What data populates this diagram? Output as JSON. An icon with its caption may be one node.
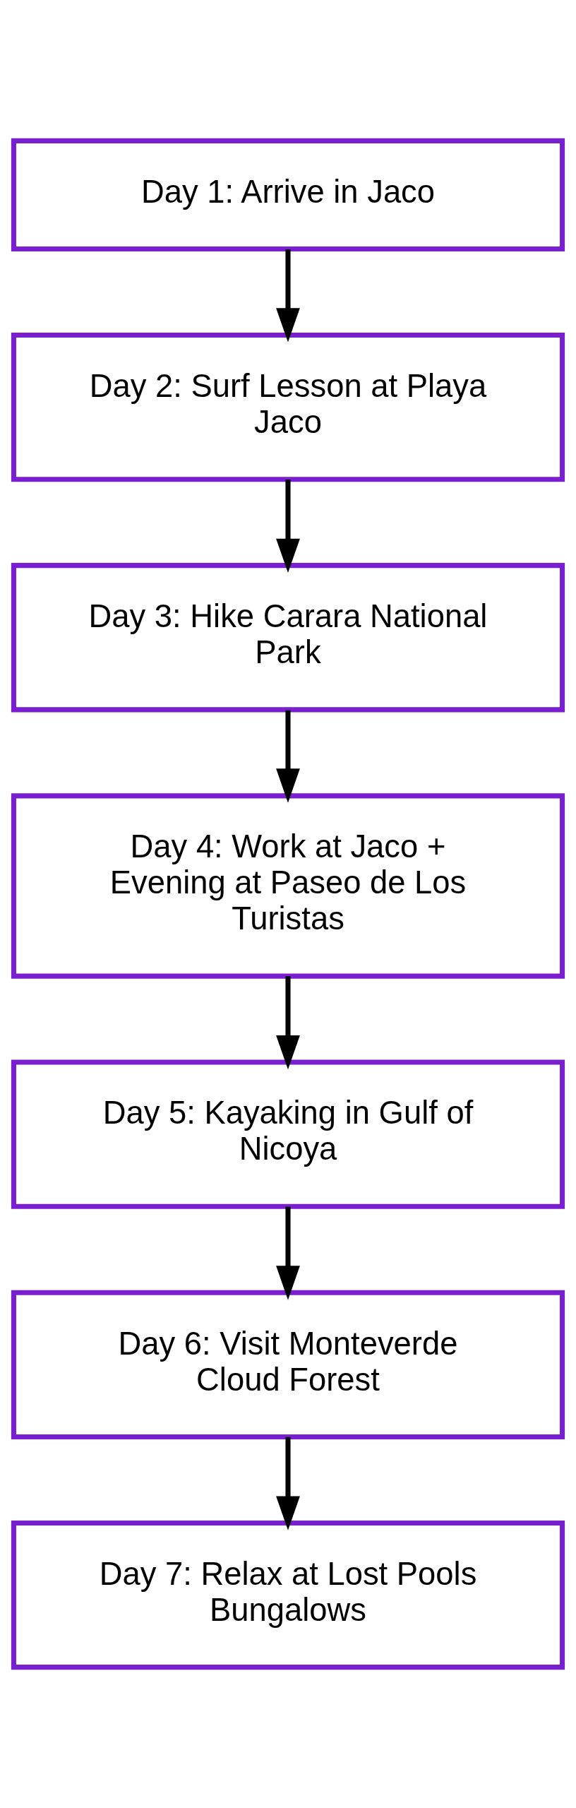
{
  "diagram": {
    "nodes": [
      {
        "text": [
          "Day 1: Arrive in Jaco"
        ]
      },
      {
        "text": [
          "Day 2: Surf Lesson at Playa Jaco"
        ]
      },
      {
        "text": [
          "Day 3: Hike Carara National Park"
        ]
      },
      {
        "text": [
          "Day 4: Work at Jaco + Evening at Paseo de Los Turistas"
        ]
      },
      {
        "text": [
          "Day 5: Kayaking in Gulf of Nicoya"
        ]
      },
      {
        "text": [
          "Day 6: Visit Monteverde Cloud Forest"
        ]
      },
      {
        "text": [
          "Day 7: Relax at Lost Pools Bungalows"
        ]
      }
    ],
    "edges": [
      {
        "from": 0,
        "to": 1,
        "arrow": "to"
      },
      {
        "from": 1,
        "to": 2,
        "arrow": "to"
      },
      {
        "from": 2,
        "to": 3,
        "arrow": "to"
      },
      {
        "from": 3,
        "to": 4,
        "arrow": "to"
      },
      {
        "from": 4,
        "to": 5,
        "arrow": "to"
      },
      {
        "from": 5,
        "to": 6,
        "arrow": "to"
      }
    ]
  }
}
